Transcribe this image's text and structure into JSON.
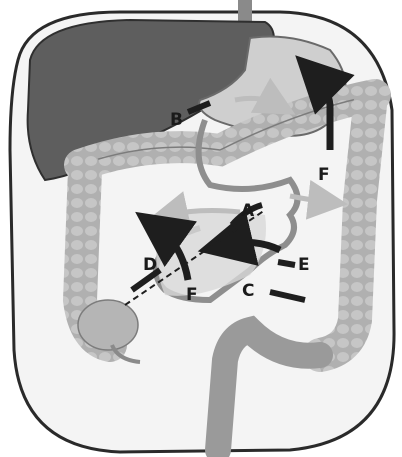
{
  "figure": {
    "labels": {
      "A": "A",
      "B": "B",
      "C": "C",
      "D": "D",
      "E": "E",
      "F_upper": "F",
      "F_lower": "F"
    },
    "colors": {
      "background": "#ffffff",
      "body_fill": "#f4f4f4",
      "body_outline": "#2a2a2a",
      "liver": "#5e5e5e",
      "stomach": "#cfcfcf",
      "colon": "#a8a8a8",
      "colon_shadow": "#7c7c7c",
      "arrow_dark": "#1e1e1e",
      "arrow_light": "#bdbdbd"
    },
    "icons": {
      "arrows": "arrow-icon",
      "leader_lines": "leader-line"
    }
  }
}
